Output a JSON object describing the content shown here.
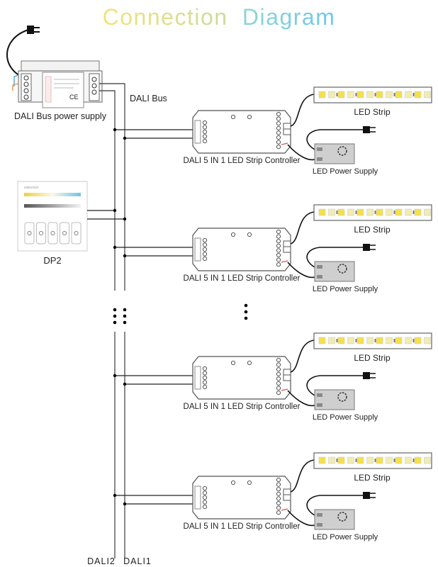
{
  "title": {
    "word1": "Connection",
    "word2": "Diagram",
    "gradient": [
      "#f3e27a",
      "#c8dc9a",
      "#8fd6cf",
      "#6cc8ee"
    ]
  },
  "bus_power_supply": {
    "label": "DALI Bus power supply",
    "bus_label": "DALI Bus"
  },
  "panel": {
    "label": "DP2",
    "brand": "MiBOXER",
    "buttons": 5
  },
  "bus_lines": {
    "left_label": "DALI2",
    "right_label": "DALI1",
    "continuation": "⋮"
  },
  "units": [
    {
      "controller_label": "DALI 5 IN 1 LED Strip Controller",
      "strip_label": "LED Strip",
      "psu_label": "LED Power Supply"
    },
    {
      "controller_label": "DALI 5 IN 1 LED Strip Controller",
      "strip_label": "LED Strip",
      "psu_label": "LED Power Supply"
    },
    {
      "controller_label": "DALI 5 IN 1 LED Strip Controller",
      "strip_label": "LED Strip",
      "psu_label": "LED Power Supply"
    },
    {
      "controller_label": "DALI 5 IN 1 LED Strip Controller",
      "strip_label": "LED Strip",
      "psu_label": "LED Power Supply"
    }
  ],
  "colors": {
    "wire": "#333333",
    "bus": "#555555",
    "device_stroke": "#555555",
    "device_fill": "#f4f4f4",
    "psu_fill": "#cfcfcf",
    "led_on": "#f6e04a",
    "led_off": "#f2ecb0",
    "red_wire": "#e05050",
    "blue_wire": "#4aa6d8",
    "orange_wire": "#e09050"
  }
}
